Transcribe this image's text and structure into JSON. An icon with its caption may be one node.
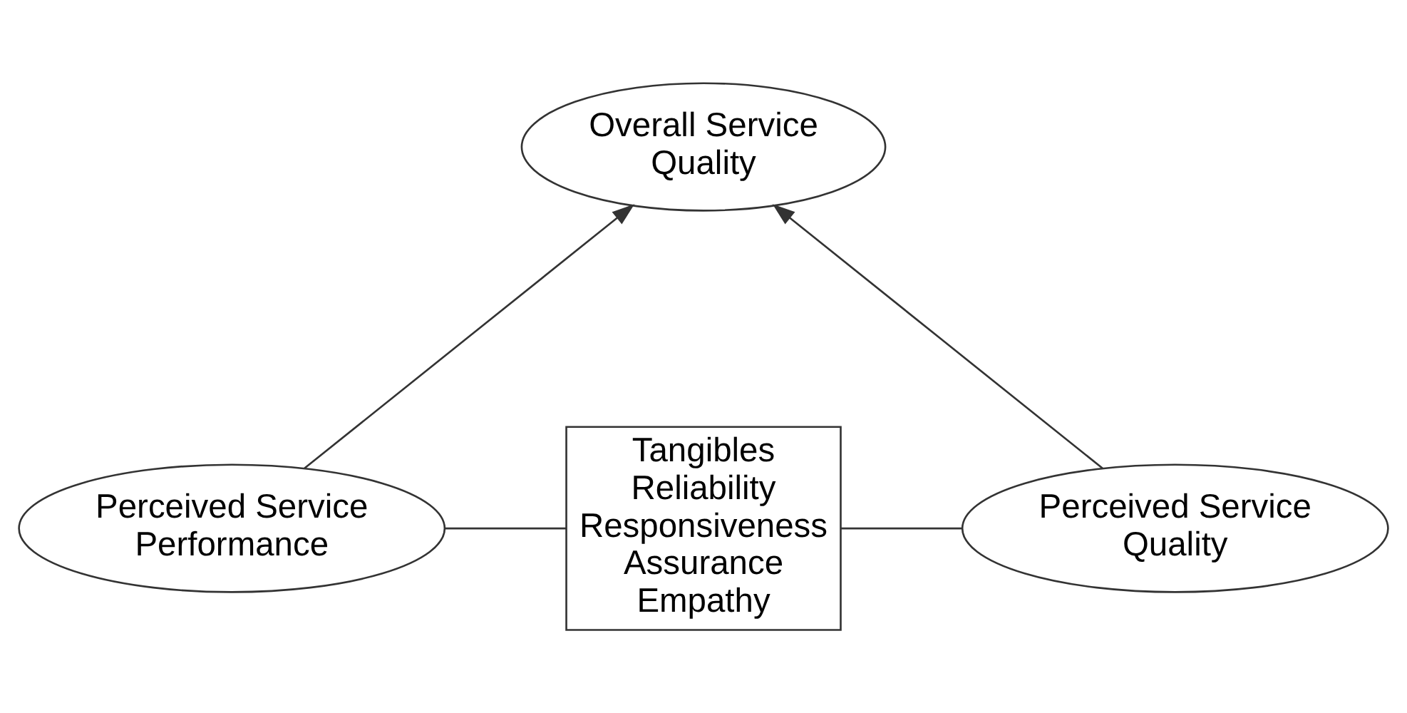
{
  "diagram": {
    "nodes": [
      {
        "text": [
          "Overall Service Quality"
        ]
      },
      {
        "text": [
          "Perceived Service Performance"
        ]
      },
      {
        "text": [
          "Tangibles",
          "Reliability",
          "Responsiveness",
          "Assurance",
          "Empathy"
        ]
      },
      {
        "text": [
          "Perceived Service Quality"
        ]
      }
    ],
    "edges": [
      {
        "from": 1,
        "to": 0,
        "arrow": "to"
      },
      {
        "from": 3,
        "to": 0,
        "arrow": "to"
      },
      {
        "from": 1,
        "to": 2,
        "arrow": "none"
      },
      {
        "from": 2,
        "to": 3,
        "arrow": "none"
      }
    ]
  }
}
